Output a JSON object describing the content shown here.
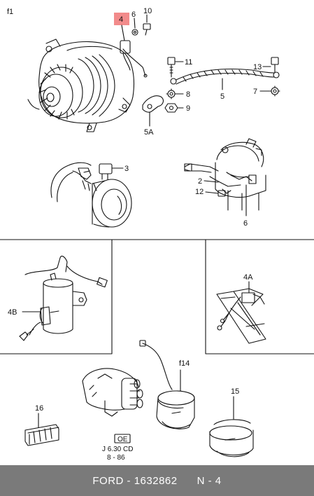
{
  "page_ref": "f1",
  "labels": {
    "l4": "4",
    "l6a": "6",
    "l10": "10",
    "l11": "11",
    "l13": "13",
    "l5": "5",
    "l7": "7",
    "l8": "8",
    "l9": "9",
    "l5a": "5A",
    "l3": "3",
    "l2": "2",
    "l12": "12",
    "l6b": "6",
    "l4a": "4A",
    "l4b": "4B",
    "l14": "f14",
    "l15": "15",
    "l16": "16"
  },
  "stamp": {
    "code": "OE",
    "line1": "J 6.30 CD",
    "line2": "8 - 86"
  },
  "footer": {
    "brand": "FORD",
    "part_number": "1632862",
    "diagram_ref": "N - 4"
  },
  "colors": {
    "highlight": "#f28b8b",
    "footer_bg": "#7a7a7a"
  }
}
